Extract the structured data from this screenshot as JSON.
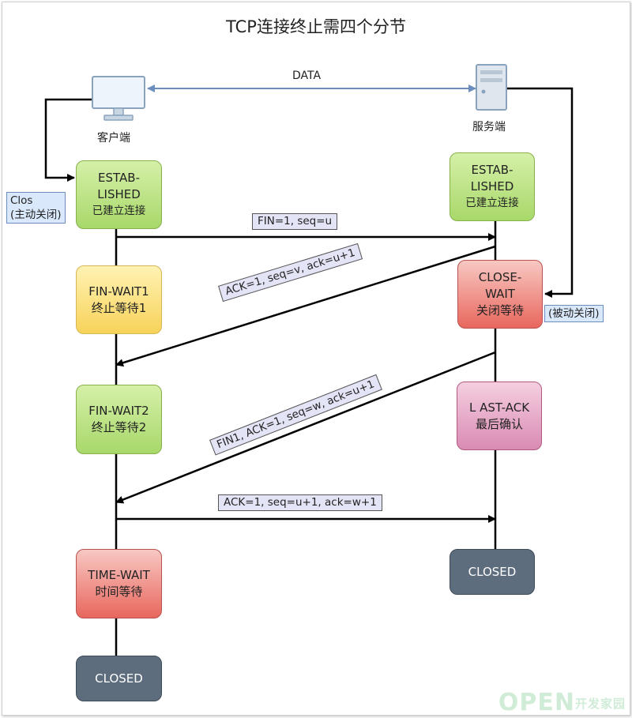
{
  "title": "TCP连接终止需四个分节",
  "data_label": "DATA",
  "client_label": "客户端",
  "server_label": "服务端",
  "client_states": {
    "established": {
      "line1": "ESTAB-",
      "line2": "LISHED",
      "line3": "已建立连接"
    },
    "fin_wait1": {
      "line1": "FIN-WAIT1",
      "line2": "终止等待1"
    },
    "fin_wait2": {
      "line1": "FIN-WAIT2",
      "line2": "终止等待2"
    },
    "time_wait": {
      "line1": "TIME-WAIT",
      "line2": "时间等待"
    },
    "closed": "CLOSED"
  },
  "server_states": {
    "established": {
      "line1": "ESTAB-",
      "line2": "LISHED",
      "line3": "已建立连接"
    },
    "close_wait": {
      "line1": "CLOSE-",
      "line2": "WAIT",
      "line3": "关闭等待"
    },
    "last_ack": {
      "line1": "L AST-ACK",
      "line2": "最后确认"
    },
    "closed": "CLOSED"
  },
  "notes": {
    "active_close": {
      "line1": "Clos",
      "line2": "(主动关闭)"
    },
    "passive_close": "(被动关闭)"
  },
  "messages": {
    "fin1": "FIN=1, seq=u",
    "ack1": "ACK=1, seq=v, ack=u+1",
    "fin2": "FIN1, ACK=1, seq=w, ack=u+1",
    "ack2": "ACK=1, seq=u+1, ack=w+1"
  },
  "watermark": {
    "brand": "OPEN",
    "cn": "开发家园"
  },
  "colors": {
    "established": "#a8d86a",
    "fin_wait1": "#f8d35a",
    "close_wait": "#e8675d",
    "last_ack": "#d98bb3",
    "closed": "#5d6d7e",
    "data_arrow": "#6c8ebf"
  }
}
